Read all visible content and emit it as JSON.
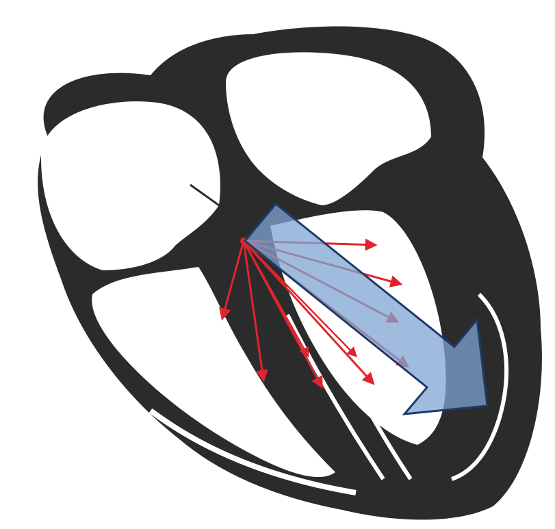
{
  "diagram": {
    "subject": "heart-cross-section-depolarization-vectors",
    "colors": {
      "background": "#ffffff",
      "wall": "#2b2b2b",
      "chamber": "#ffffff",
      "vector_arrows": "#e0242e",
      "mean_vector_fill": "#7fa6d4",
      "mean_vector_stroke": "#1f3a66",
      "mean_vector_opacity": 0.75
    },
    "vectors": {
      "count": 10,
      "origin_label": "",
      "mean_vector_label": ""
    }
  }
}
